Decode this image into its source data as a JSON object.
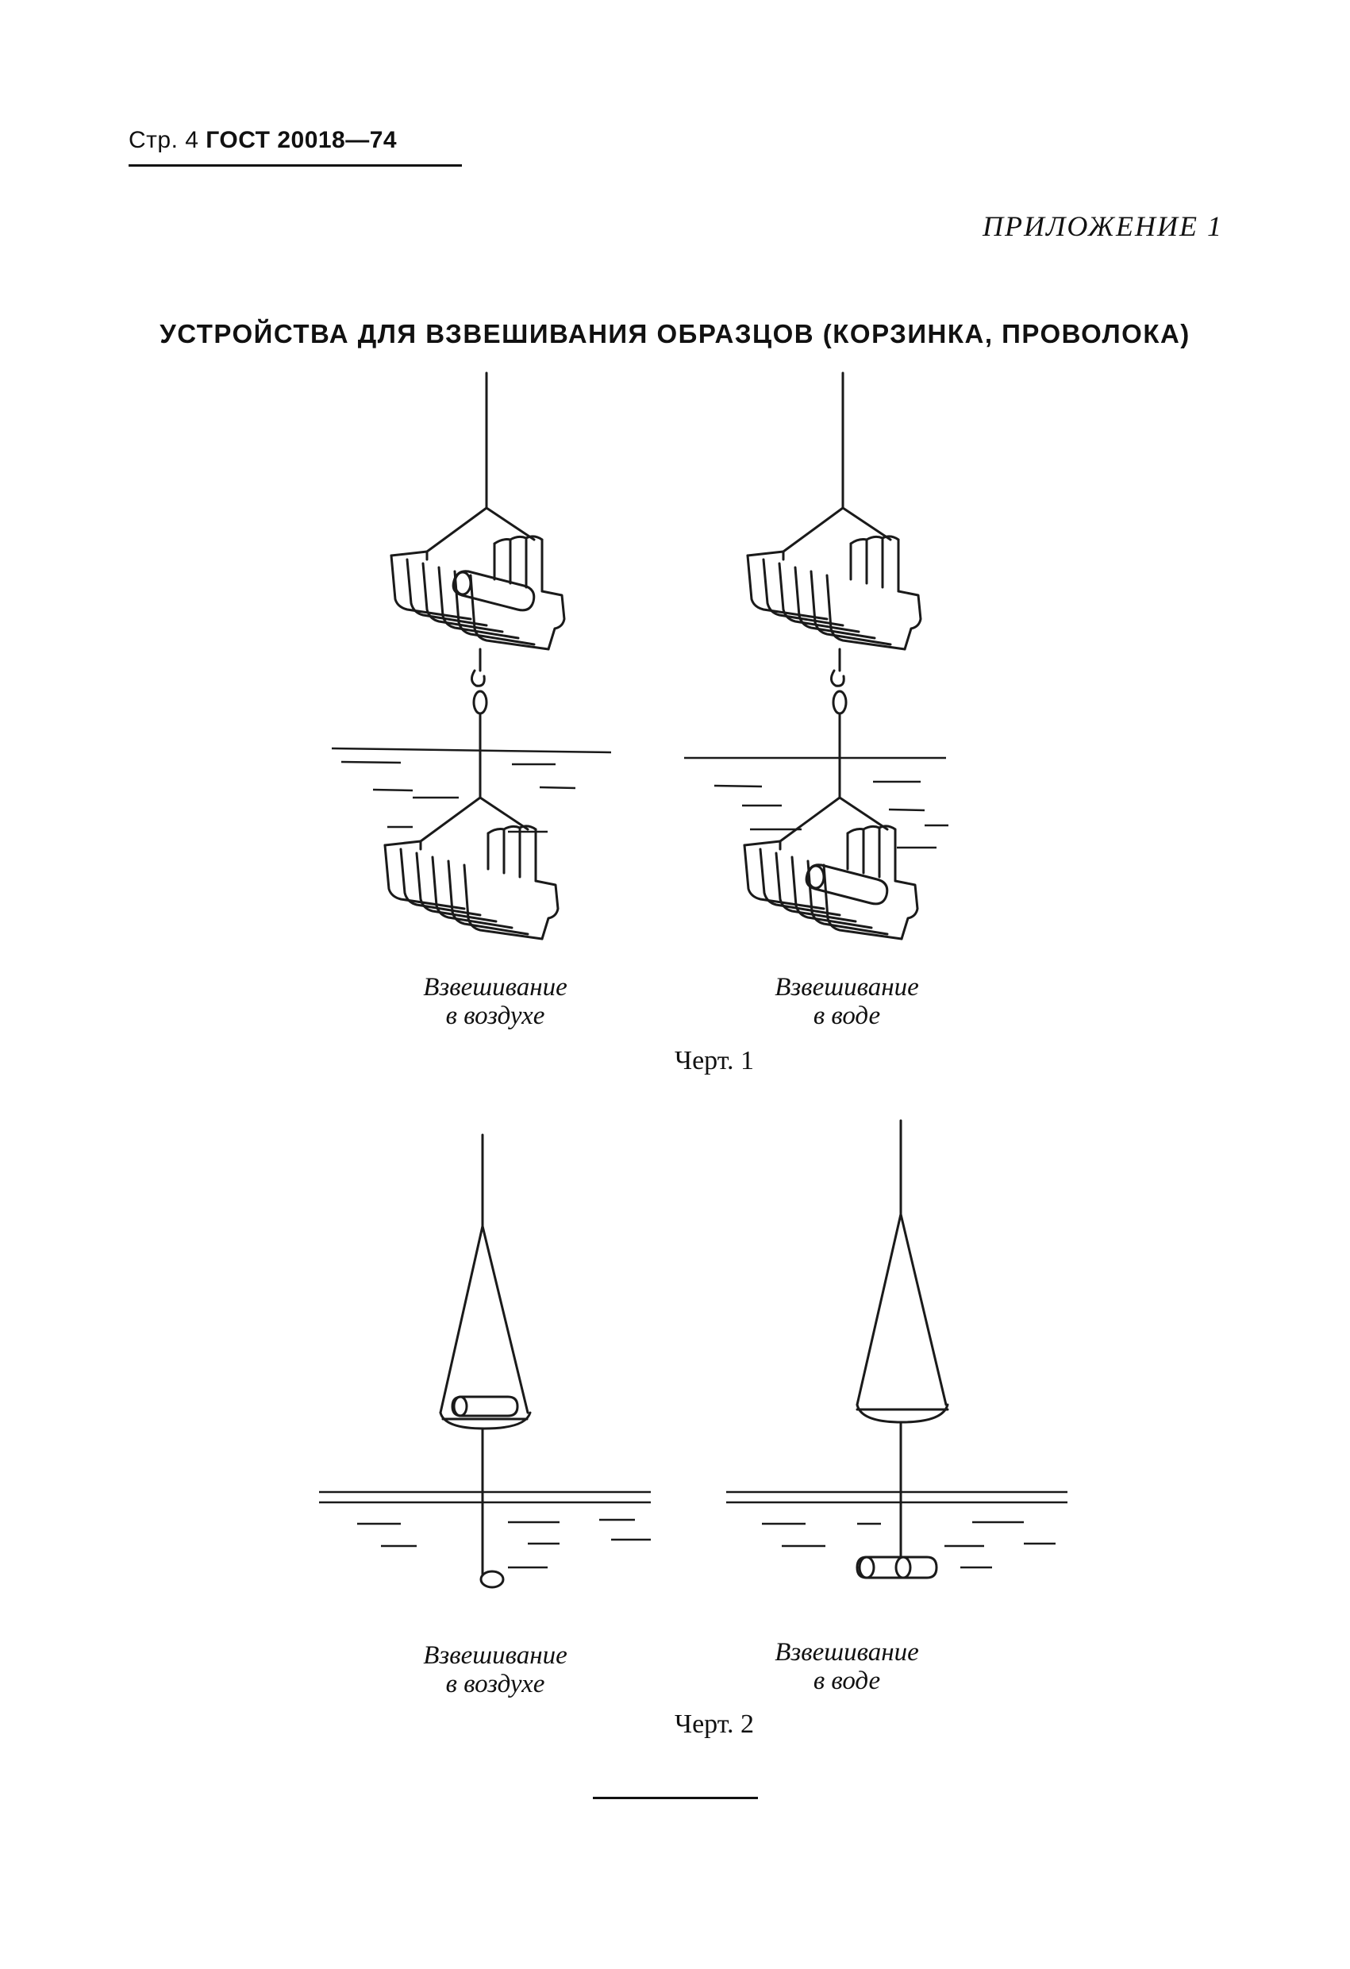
{
  "header": {
    "page_label": "Стр. 4",
    "standard": "ГОСТ 20018—74"
  },
  "appendix": "ПРИЛОЖЕНИЕ 1",
  "title": "УСТРОЙСТВА ДЛЯ ВЗВЕШИВАНИЯ ОБРАЗЦОВ (КОРЗИНКА, ПРОВОЛОКА)",
  "figure1": {
    "left_caption": [
      "Взвешивание",
      "в воздухе"
    ],
    "right_caption": [
      "Взвешивание",
      "в воде"
    ],
    "label": "Черт. 1"
  },
  "figure2": {
    "left_caption": [
      "Взвешивание",
      "в воздухе"
    ],
    "right_caption": [
      "Взвешивание",
      "в воде"
    ],
    "label": "Черт. 2"
  }
}
